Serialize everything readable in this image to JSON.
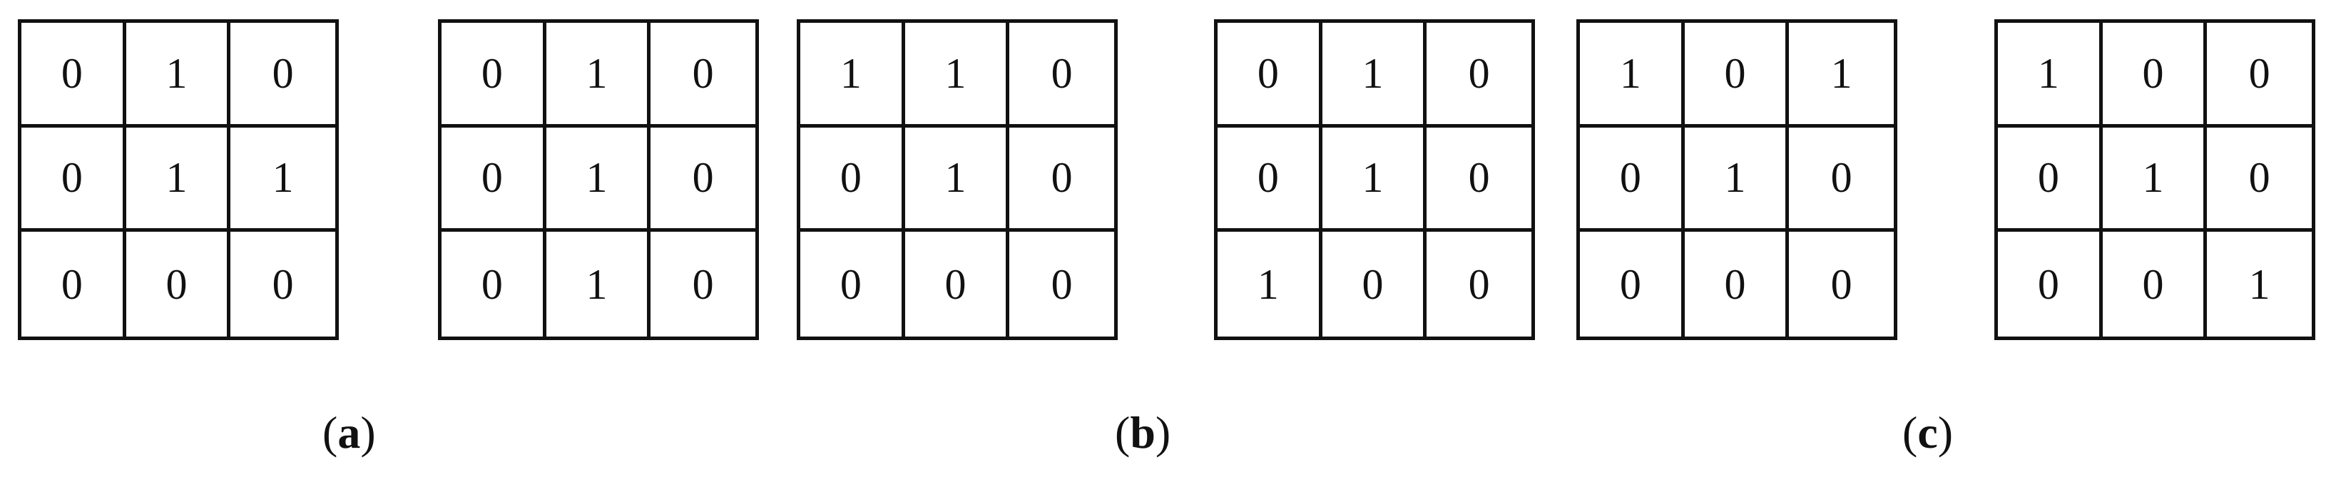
{
  "panels": [
    {
      "label": "a",
      "grids": [
        [
          [
            "0",
            "1",
            "0"
          ],
          [
            "0",
            "1",
            "1"
          ],
          [
            "0",
            "0",
            "0"
          ]
        ],
        [
          [
            "0",
            "1",
            "0"
          ],
          [
            "0",
            "1",
            "0"
          ],
          [
            "0",
            "1",
            "0"
          ]
        ]
      ]
    },
    {
      "label": "b",
      "grids": [
        [
          [
            "1",
            "1",
            "0"
          ],
          [
            "0",
            "1",
            "0"
          ],
          [
            "0",
            "0",
            "0"
          ]
        ],
        [
          [
            "0",
            "1",
            "0"
          ],
          [
            "0",
            "1",
            "0"
          ],
          [
            "1",
            "0",
            "0"
          ]
        ]
      ]
    },
    {
      "label": "c",
      "grids": [
        [
          [
            "1",
            "0",
            "1"
          ],
          [
            "0",
            "1",
            "0"
          ],
          [
            "0",
            "0",
            "0"
          ]
        ],
        [
          [
            "1",
            "0",
            "0"
          ],
          [
            "0",
            "1",
            "0"
          ],
          [
            "0",
            "0",
            "1"
          ]
        ]
      ]
    }
  ]
}
